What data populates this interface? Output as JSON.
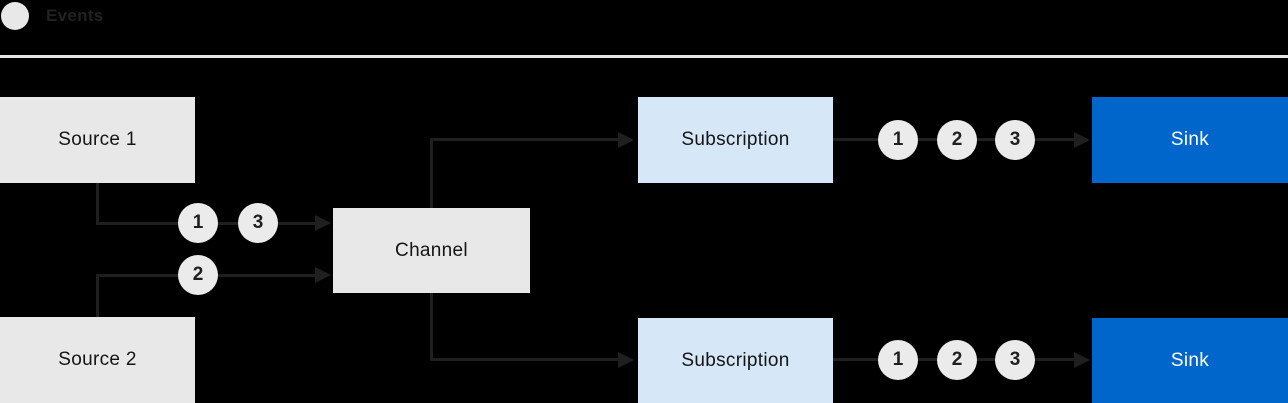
{
  "legend": {
    "label": "Events"
  },
  "nodes": {
    "source1": {
      "label": "Source 1"
    },
    "source2": {
      "label": "Source 2"
    },
    "channel": {
      "label": "Channel"
    },
    "subscription1": {
      "label": "Subscription"
    },
    "subscription2": {
      "label": "Subscription"
    },
    "sink1": {
      "label": "Sink"
    },
    "sink2": {
      "label": "Sink"
    }
  },
  "events": {
    "source1_to_channel": [
      "1",
      "3"
    ],
    "source2_to_channel": [
      "2"
    ],
    "subscription1_to_sink": [
      "1",
      "2",
      "3"
    ],
    "subscription2_to_sink": [
      "1",
      "2",
      "3"
    ]
  },
  "colors": {
    "background": "#000000",
    "connector": "#1f1f1f",
    "node_gray": "#e8e8e8",
    "node_light_blue": "#d6e7f8",
    "node_blue": "#0066cc",
    "event_circle": "#ebebeb",
    "text_dark": "#151515",
    "text_light": "#ffffff",
    "divider": "#e6e6e6"
  }
}
